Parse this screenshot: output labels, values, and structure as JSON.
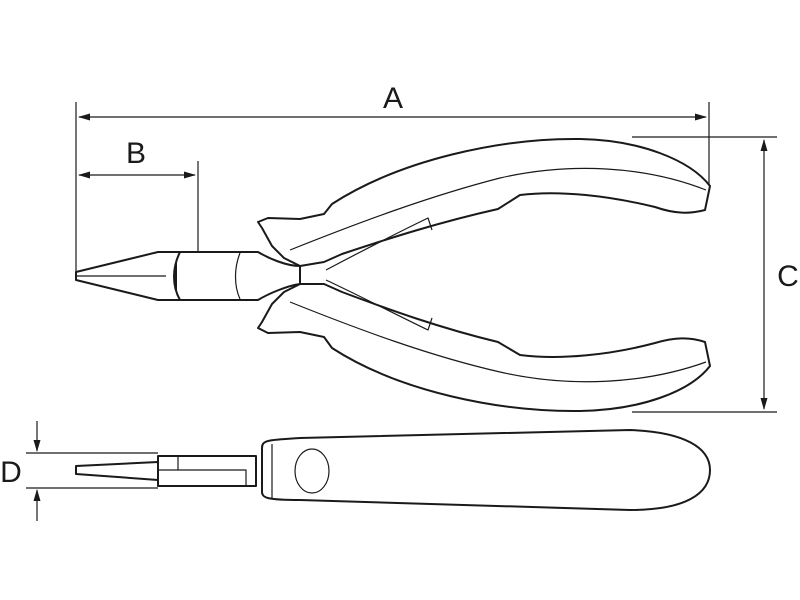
{
  "dimensions": {
    "a": "A",
    "b": "B",
    "c": "C",
    "d": "D"
  },
  "colors": {
    "stroke": "#1a1a1a",
    "background": "#ffffff"
  }
}
